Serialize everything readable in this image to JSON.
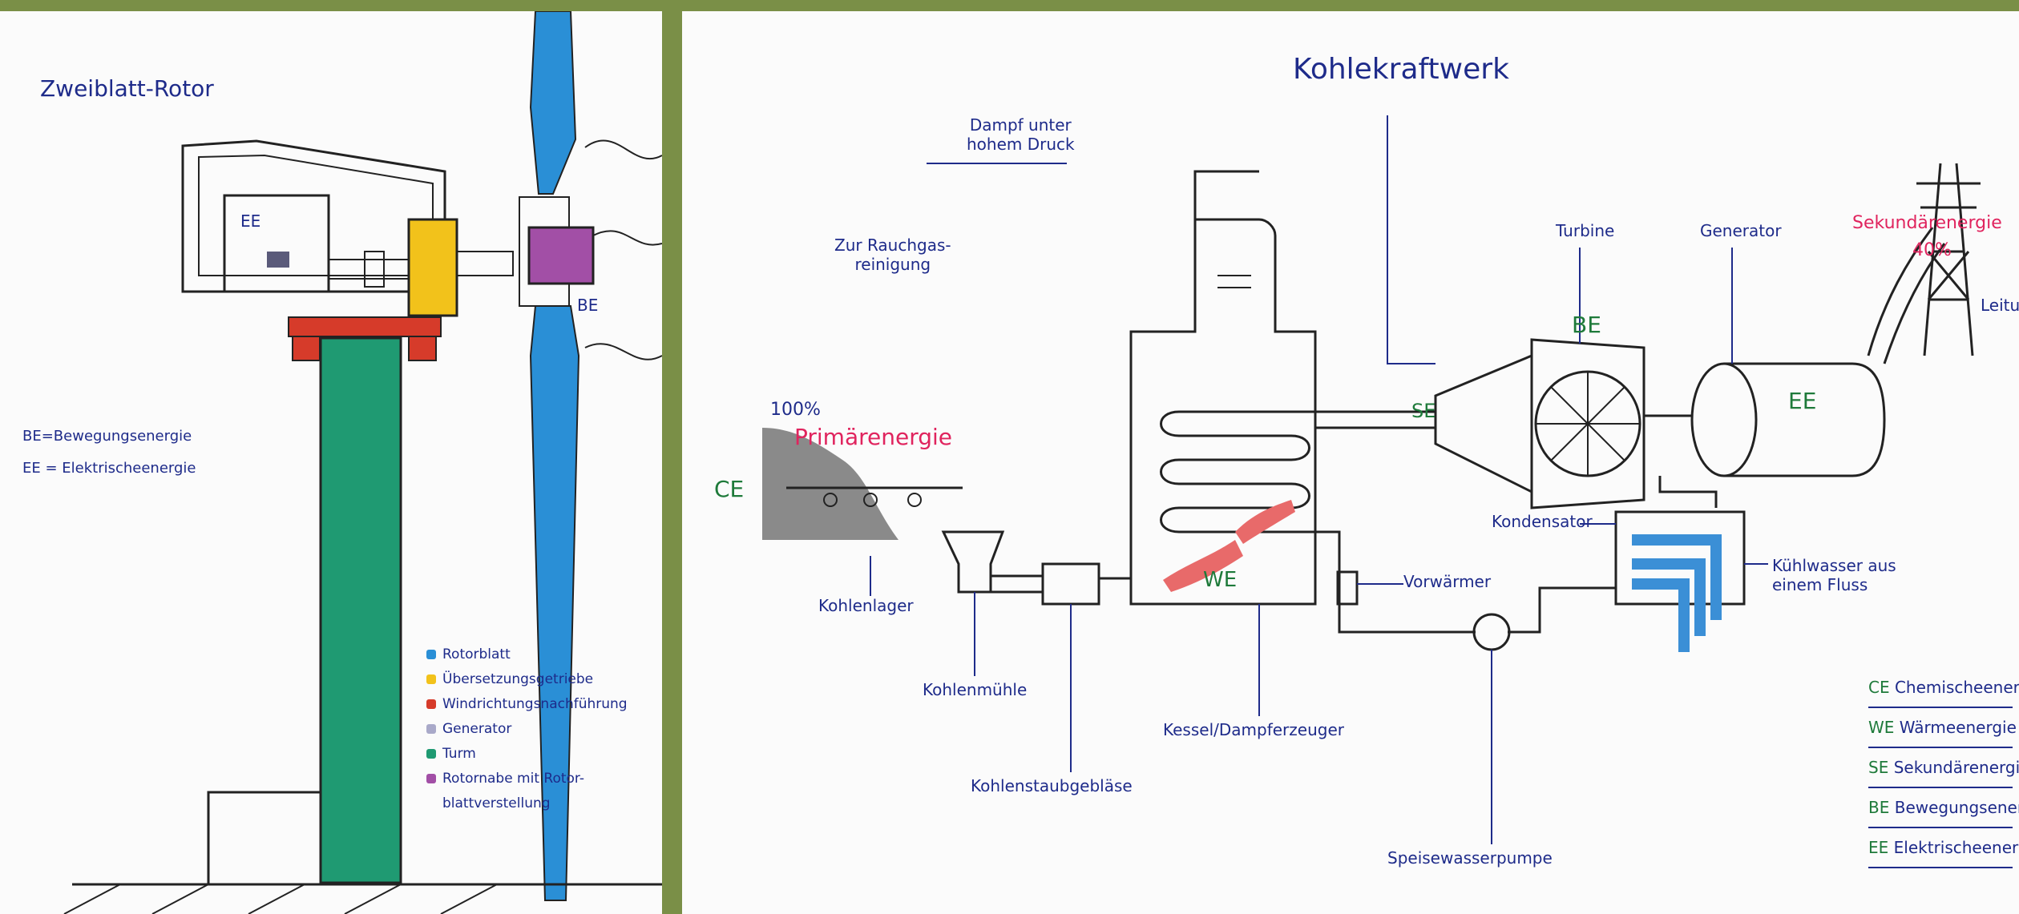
{
  "left": {
    "title": "Zweiblatt-Rotor",
    "gen_label": "EE",
    "hub_label": "BE",
    "definitions": [
      "BE=Bewegungsenergie",
      "EE = Elektrischeenergie"
    ],
    "legend": [
      {
        "label": "Rotorblatt",
        "color": "#2a8fd6"
      },
      {
        "label": "Übersetzungsgetriebe",
        "color": "#f2c21b"
      },
      {
        "label": "Windrichtungsnachführung",
        "color": "#d63b2a"
      },
      {
        "label": "Generator",
        "color": "#a9a9c9"
      },
      {
        "label": "Turm",
        "color": "#1f9a72"
      },
      {
        "label": "Rotornabe mit Rotor-",
        "color": "#a24fa6"
      },
      {
        "label": "blattverstellung",
        "color": ""
      }
    ]
  },
  "right": {
    "title": "Kohlekraftwerk",
    "labels": {
      "dampf": "Dampf unter\nhohem Druck",
      "rauchgas": "Zur Rauchgas-\nreinigung",
      "turbine": "Turbine",
      "generator": "Generator",
      "sekundaer": "Sekundärenergie",
      "percent40": "40%",
      "leitungsmast": "Leitungsmast",
      "percent100": "100%",
      "primaer": "Primärenergie",
      "ce": "CE",
      "kondensator": "Kondensator",
      "vorwaermer": "Vorwärmer",
      "kuehlwasser": "Kühlwasser aus\neinem Fluss",
      "kohlenlager": "Kohlenlager",
      "kohlenmuehle": "Kohlenmühle",
      "kohlenstaub": "Kohlenstaubgebläse",
      "kessel": "Kessel/Dampferzeuger",
      "speise": "Speisewasserpumpe",
      "se_in": "SE",
      "be_in": "BE",
      "ee_in": "EE",
      "we_in": "WE"
    },
    "legend": [
      {
        "code": "CE",
        "text": "Chemischeenergie",
        "color": "#1e7a3a"
      },
      {
        "code": "WE",
        "text": "Wärmeenergie",
        "color": "#1e7a3a"
      },
      {
        "code": "SE",
        "text": "Sekundärenergie",
        "color": "#1e7a3a"
      },
      {
        "code": "BE",
        "text": "Bewegungsenergie",
        "color": "#1e7a3a"
      },
      {
        "code": "EE",
        "text": "Elektrischeenergie",
        "color": "#1e7a3a"
      }
    ],
    "colors": {
      "accent": "#e0245e",
      "energy": "#1e7a3a",
      "water": "#3b8fd6"
    }
  }
}
